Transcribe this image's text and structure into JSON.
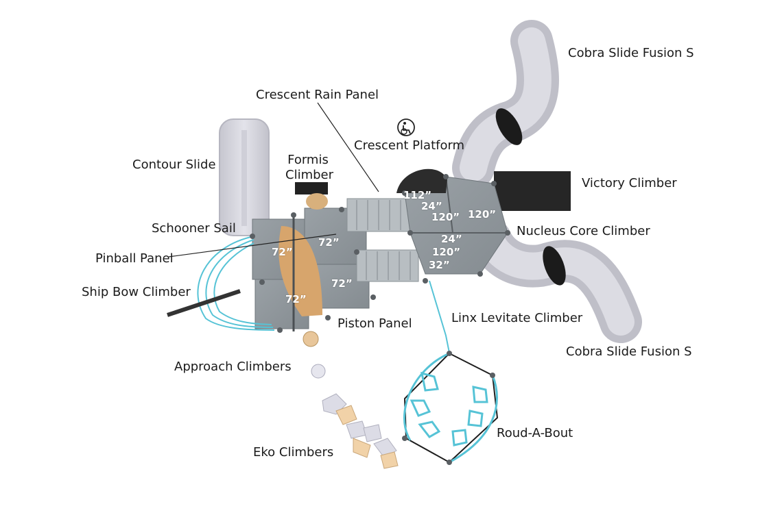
{
  "labels": {
    "cobra_slide_top": "Cobra Slide Fusion S",
    "crescent_rain_panel": "Crescent Rain Panel",
    "crescent_platform": "Crescent Platform",
    "contour_slide": "Contour Slide",
    "formis_climber_line1": "Formis",
    "formis_climber_line2": "Climber",
    "victory_climber": "Victory Climber",
    "schooner_sail": "Schooner Sail",
    "nucleus_core_climber": "Nucleus Core Climber",
    "pinball_panel": "Pinball Panel",
    "ship_bow_climber": "Ship Bow Climber",
    "piston_panel": "Piston Panel",
    "linx_levitate_climber": "Linx Levitate Climber",
    "cobra_slide_bottom": "Cobra Slide Fusion S",
    "approach_climbers": "Approach Climbers",
    "roud_a_bout": "Roud-A-Bout",
    "eko_climbers": "Eko Climbers"
  },
  "deck_heights": {
    "left_top_left": "72”",
    "left_top_right": "72”",
    "left_bottom_right": "72”",
    "left_bottom_left": "72”",
    "right_a": "112”",
    "right_b": "24”",
    "right_c": "120”",
    "right_d": "120”",
    "right_e": "24”",
    "right_f": "120”",
    "right_g": "32”"
  },
  "icons": {
    "accessibility": "wheelchair-icon"
  },
  "colors": {
    "deck": "#8f969b",
    "deck_dark": "#6e757a",
    "steel_blue": "#56c3d6",
    "slide": "#d4d4dc",
    "sail": "#d7a56c",
    "victory": "#262626",
    "post": "#5a5f63"
  }
}
